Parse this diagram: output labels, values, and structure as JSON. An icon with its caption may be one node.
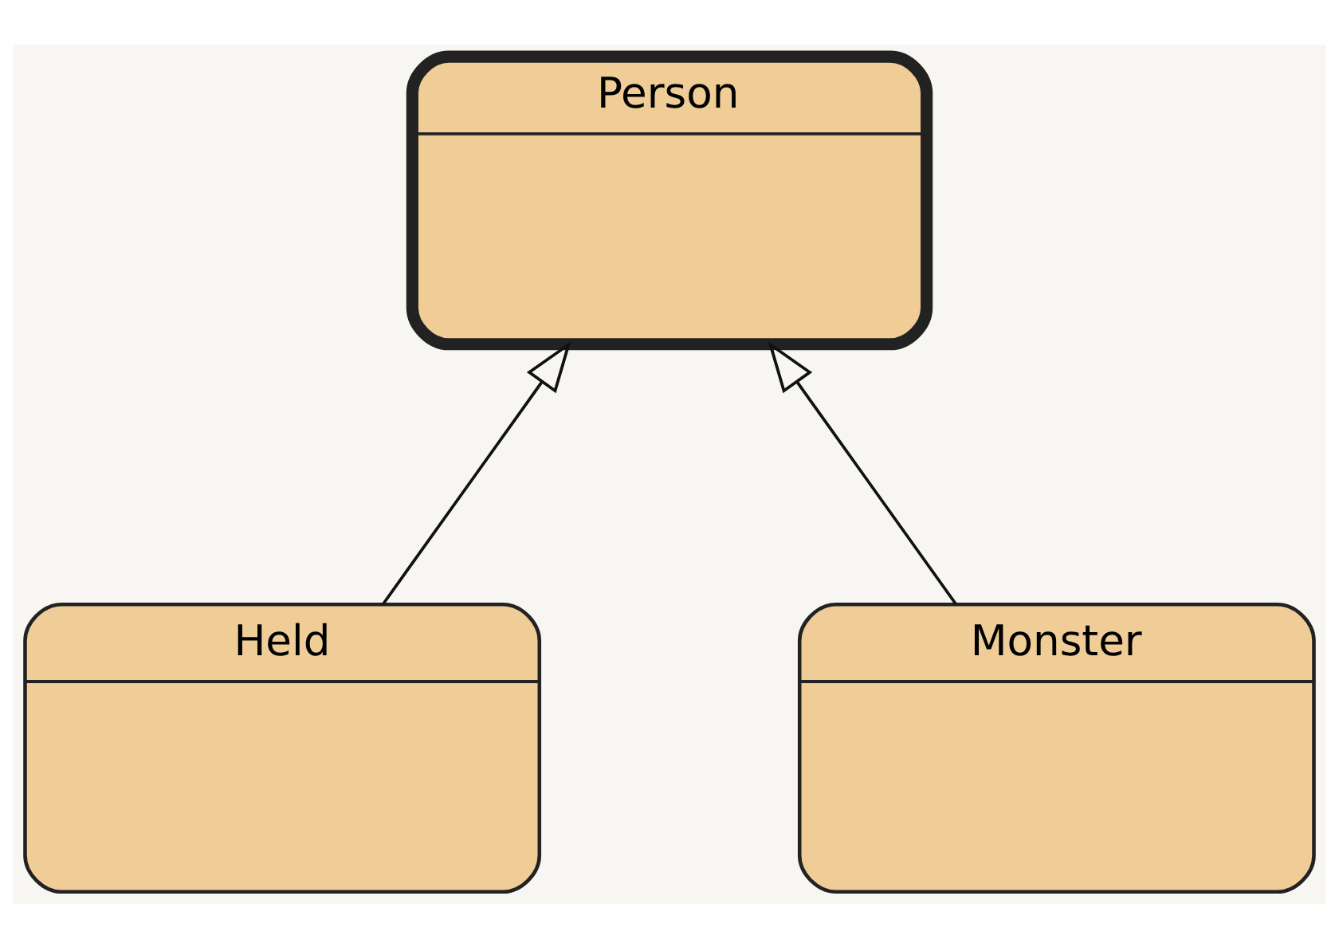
{
  "diagram": {
    "nodes": [
      {
        "text": [
          "Person"
        ]
      },
      {
        "text": [
          "Held"
        ]
      },
      {
        "text": [
          "Monster"
        ]
      }
    ],
    "edges": [
      {
        "from": 1,
        "to": 0,
        "arrow": "to"
      },
      {
        "from": 2,
        "to": 0,
        "arrow": "to"
      }
    ]
  }
}
